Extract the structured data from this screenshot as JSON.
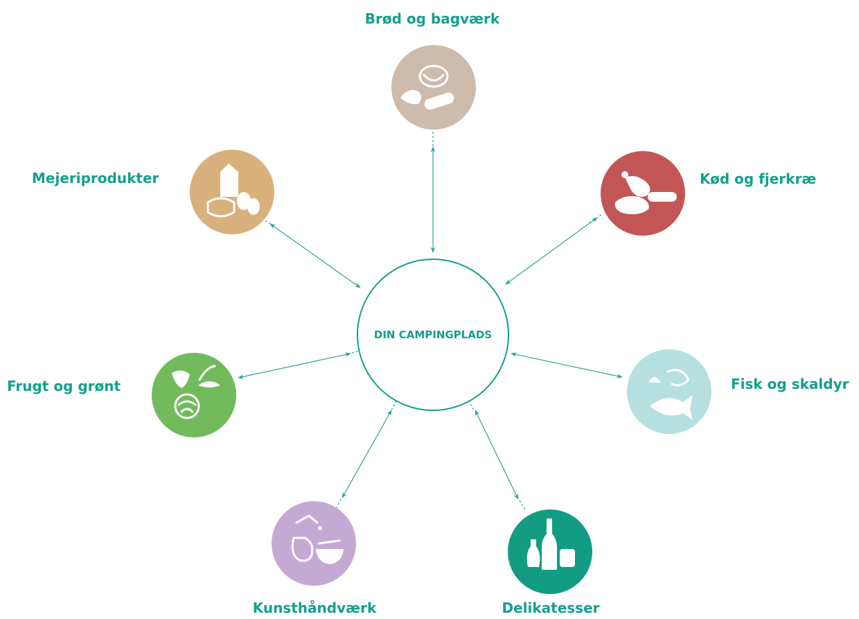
{
  "center": {
    "label": "DIN CAMPINGPLADS",
    "color": "#13a08d"
  },
  "nodes": [
    {
      "id": "brod",
      "label": "Brød og bagværk",
      "color": "#cdbcab",
      "icon": "bread-pretzel-croissant-icon"
    },
    {
      "id": "kod",
      "label": "Kød og fjerkræ",
      "color": "#c25656",
      "icon": "meat-drumstick-sausage-icon"
    },
    {
      "id": "fisk",
      "label": "Fisk og skaldyr",
      "color": "#b6dfe0",
      "icon": "fish-shrimp-shell-icon"
    },
    {
      "id": "delikatesser",
      "label": "Delikatesser",
      "color": "#119c83",
      "icon": "bottles-jar-icon"
    },
    {
      "id": "kunst",
      "label": "Kunsthåndværk",
      "color": "#c5a9d5",
      "icon": "pottery-crafts-icon"
    },
    {
      "id": "frugt",
      "label": "Frugt og grønt",
      "color": "#71bb5d",
      "icon": "strawberry-cabbage-herbs-icon"
    },
    {
      "id": "mejeri",
      "label": "Mejeriprodukter",
      "color": "#d9b17d",
      "icon": "milk-cheese-eggs-icon"
    }
  ],
  "connector_color": "#2aa596",
  "label_color": "#13a08d"
}
